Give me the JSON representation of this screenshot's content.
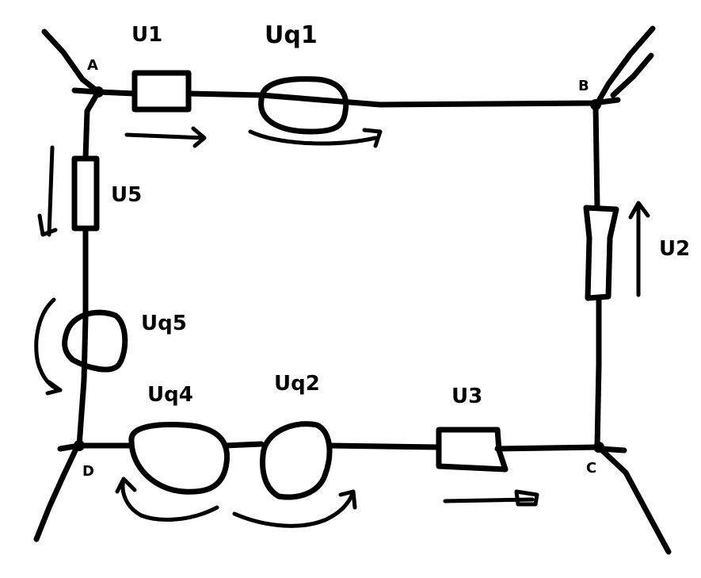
{
  "diagram": {
    "background": "#ffffff",
    "ink_color": "#000000",
    "nodes": {
      "a": "A",
      "b": "B",
      "c": "C",
      "d": "D"
    },
    "voltages": {
      "u1": "U1",
      "uq1": "Uq1",
      "u2": "U2",
      "u3": "U3",
      "uq2": "Uq2",
      "uq4": "Uq4",
      "u5": "U5",
      "uq5": "Uq5"
    }
  }
}
